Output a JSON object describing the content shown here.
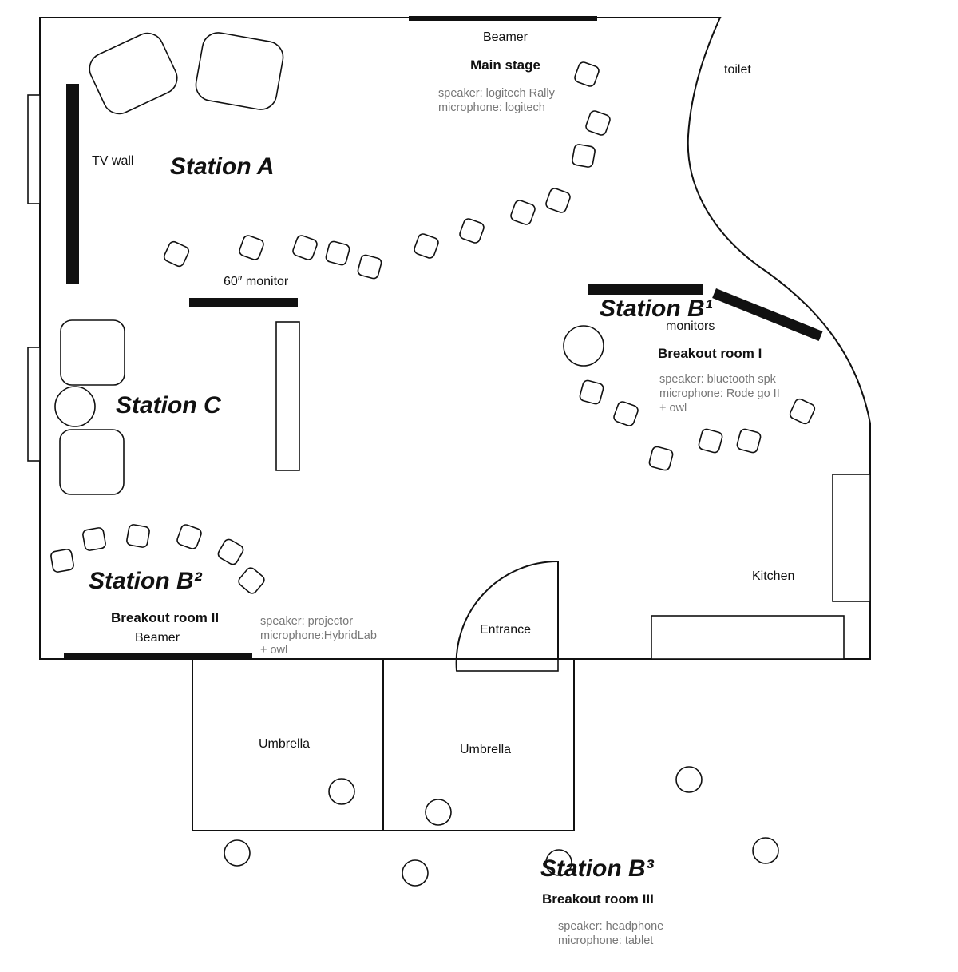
{
  "labels": {
    "beamer_top": "Beamer",
    "main_stage": "Main stage",
    "main_stage_speaker": "speaker: logitech Rally",
    "main_stage_microphone": "microphone: logitech",
    "toilet": "toilet",
    "tv_wall": "TV wall",
    "station_a": "Station A",
    "monitor_60": "60″ monitor",
    "station_b1": "Station B¹",
    "monitors": "monitors",
    "breakout_room_1": "Breakout room I",
    "b1_speaker": "speaker: bluetooth spk",
    "b1_microphone": "microphone: Rode go II",
    "b1_owl": "+ owl",
    "station_c": "Station C",
    "station_b2": "Station B²",
    "breakout_room_2": "Breakout room II",
    "beamer_bottom": "Beamer",
    "b2_speaker": "speaker: projector",
    "b2_microphone": "microphone:HybridLab",
    "b2_owl": "+ owl",
    "entrance": "Entrance",
    "kitchen": "Kitchen",
    "umbrella_left": "Umbrella",
    "umbrella_right": "Umbrella",
    "station_b3": "Station B³",
    "breakout_room_3": "Breakout room III",
    "b3_speaker": "speaker: headphone",
    "b3_microphone": "microphone: tablet"
  }
}
